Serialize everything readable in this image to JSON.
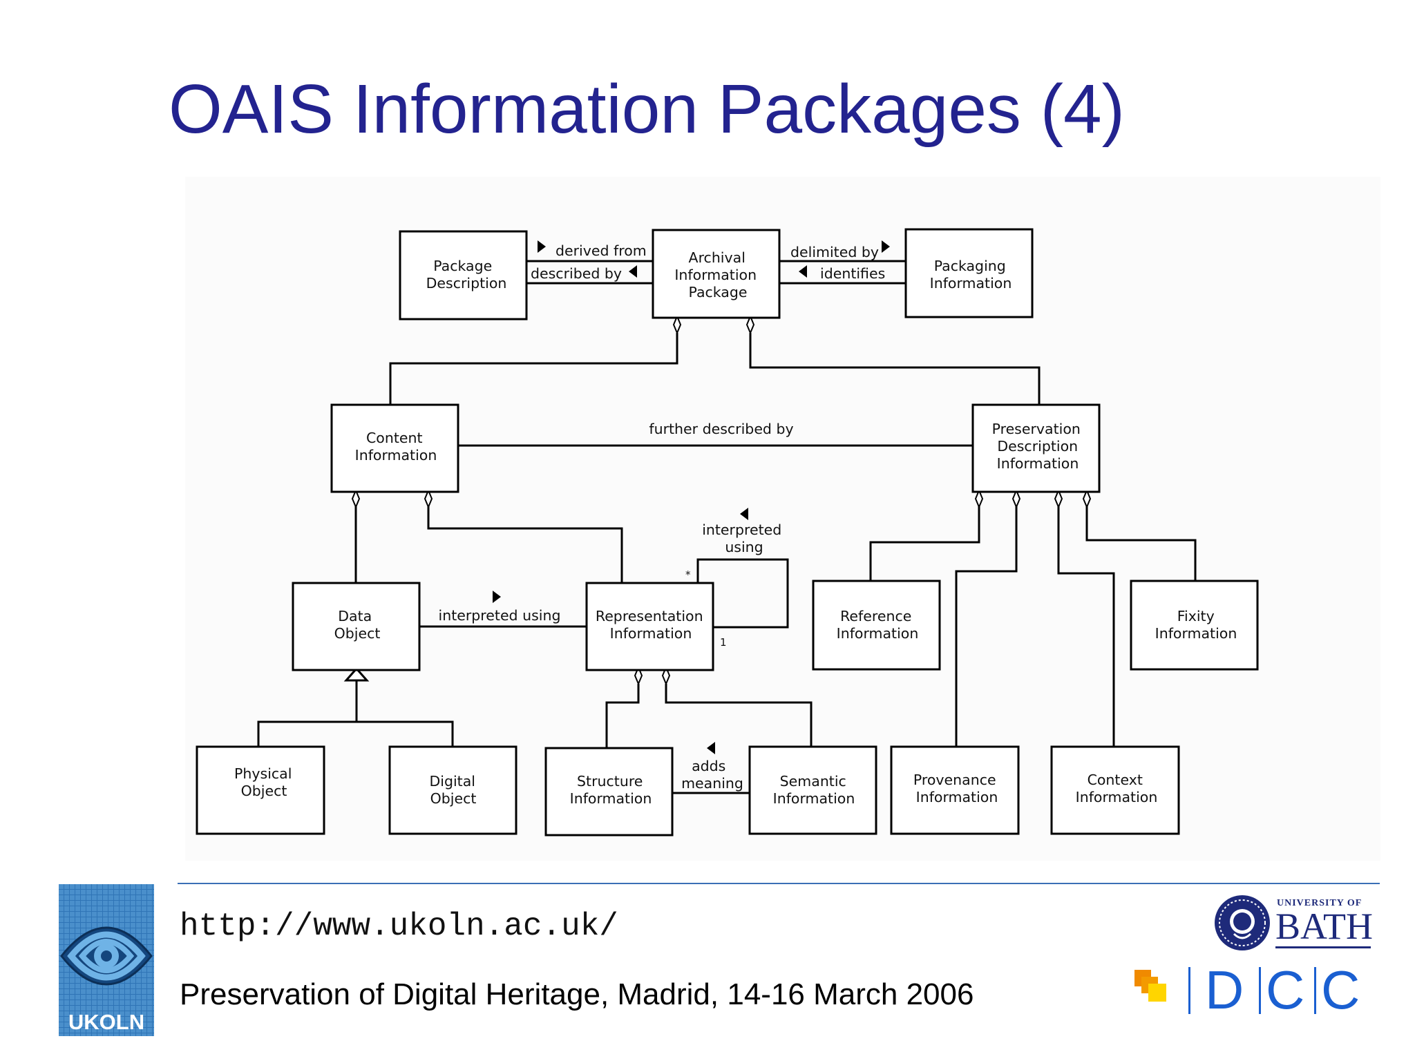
{
  "slide": {
    "title": "OAIS Information Packages (4)",
    "url": "http://www.ukoln.ac.uk/",
    "footer": "Preservation of Digital Heritage, Madrid, 14-16 March 2006"
  },
  "logos": {
    "ukoln": "UKOLN",
    "bath_university": "UNIVERSITY OF",
    "bath_name": "BATH",
    "dcc": [
      "D",
      "C",
      "C"
    ]
  },
  "diagram": {
    "boxes": {
      "package_description": [
        "Package",
        "Description"
      ],
      "aip": [
        "Archival",
        "Information",
        "Package"
      ],
      "packaging_information": [
        "Packaging",
        "Information"
      ],
      "content_information": [
        "Content",
        "Information"
      ],
      "pdi": [
        "Preservation",
        "Description",
        "Information"
      ],
      "data_object": [
        "Data",
        "Object"
      ],
      "representation_information": [
        "Representation",
        "Information"
      ],
      "reference_information": [
        "Reference",
        "Information"
      ],
      "fixity_information": [
        "Fixity",
        "Information"
      ],
      "physical_object": [
        "Physical",
        "Object"
      ],
      "digital_object": [
        "Digital",
        "Object"
      ],
      "structure_information": [
        "Structure",
        "Information"
      ],
      "semantic_information": [
        "Semantic",
        "Information"
      ],
      "provenance_information": [
        "Provenance",
        "Information"
      ],
      "context_information": [
        "Context",
        "Information"
      ]
    },
    "edges": {
      "derived_from": "derived from",
      "described_by": "described by",
      "delimited_by": "delimited by",
      "identifies": "identifies",
      "further_described_by": "further described by",
      "interpreted_using": "interpreted using",
      "interpreted_using_self": [
        "interpreted",
        "using"
      ],
      "adds_meaning": [
        "adds",
        "meaning"
      ],
      "mult_many": "*",
      "mult_one": "1"
    }
  }
}
